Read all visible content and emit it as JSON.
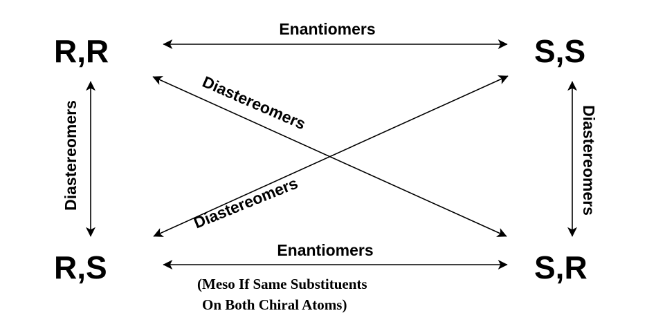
{
  "nodes": {
    "rr": "R,R",
    "ss": "S,S",
    "rs": "R,S",
    "sr": "S,R"
  },
  "edges": {
    "top": "Enantiomers",
    "bottom": "Enantiomers",
    "left": "Diastereomers",
    "right": "Diastereomers",
    "diag_down": "Diastereomers",
    "diag_up": "Diastereomers"
  },
  "note": {
    "line1": "(Meso If Same Substituents",
    "line2": "On Both Chiral Atoms)"
  },
  "colors": {
    "ink": "#000000",
    "background": "#ffffff"
  }
}
